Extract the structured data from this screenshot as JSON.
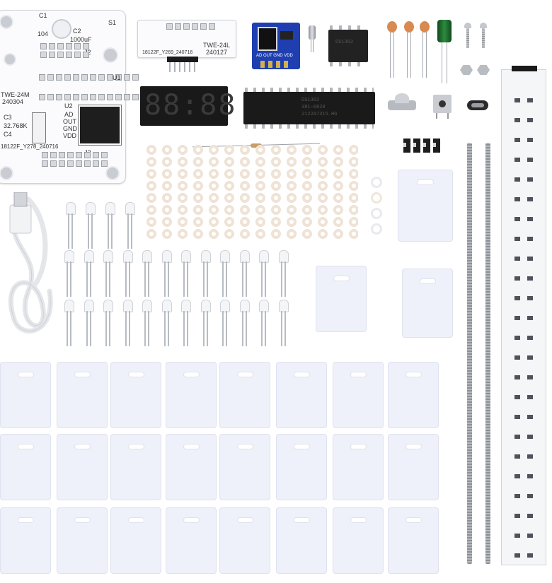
{
  "main_board": {
    "labels": [
      "C1",
      "104",
      "C2",
      "1000uF",
      "S1",
      "TWE-24M",
      "240304",
      "C3",
      "32.768K",
      "C4",
      "U2",
      "U1",
      "AD",
      "OUT",
      "GND",
      "VDD",
      "J2",
      "J3",
      "18122F_Y278_240716"
    ]
  },
  "small_board": {
    "title": "TWE-24L",
    "date": "240127",
    "serial": "18122F_Y269_240716"
  },
  "module_board": {
    "label": "AD OUT GND VDD"
  },
  "ic_large": {
    "lines": [
      "DS1302",
      "381-0820",
      "2122A7315.HG"
    ]
  },
  "ic_small": {
    "label": "DS1302"
  },
  "display": {
    "digits": "88:88"
  },
  "icons": {
    "usb_cable": "usb-cable-icon",
    "crystal": "crystal-icon",
    "capacitor": "capacitor-icon",
    "screw": "screw-icon",
    "nut": "nut-icon",
    "button": "tact-switch-icon",
    "buzzer": "buzzer-icon",
    "resistor": "resistor-icon"
  },
  "colors": {
    "pcb_white": "#fbfbfd",
    "module_blue": "#1f3fb0",
    "capacitor_green": "#1f6b2c",
    "ceramic_orange": "#d98a50",
    "plate": "#eef0fa"
  }
}
